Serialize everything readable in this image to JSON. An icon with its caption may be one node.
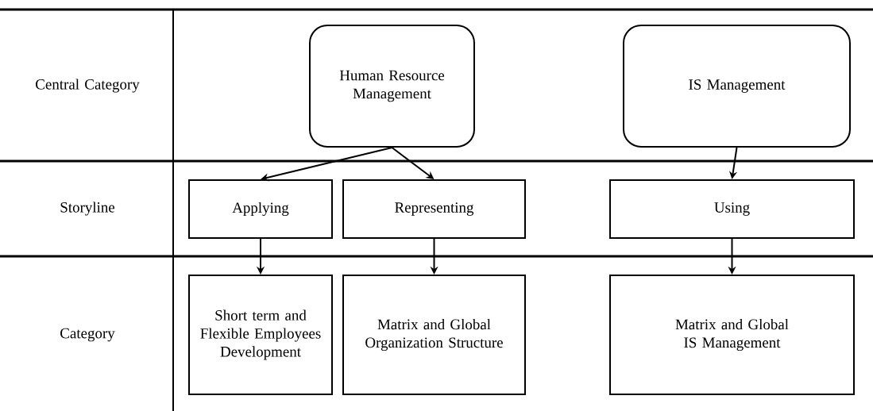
{
  "diagram": {
    "nodes": [
      {
        "text": [
          "Human Resource Management"
        ]
      },
      {
        "text": [
          "IS Management"
        ]
      },
      {
        "text": [
          "Applying"
        ]
      },
      {
        "text": [
          "Representing"
        ]
      },
      {
        "text": [
          "Using"
        ]
      },
      {
        "text": [
          "Short term and Flexible Employees Development"
        ]
      },
      {
        "text": [
          "Matrix and Global Organization Structure"
        ]
      },
      {
        "text": [
          "Matrix and Global IS Management"
        ]
      }
    ],
    "edges": [
      {
        "from": 0,
        "to": 2,
        "arrow": "to"
      },
      {
        "from": 0,
        "to": 3,
        "arrow": "to"
      },
      {
        "from": 1,
        "to": 4,
        "arrow": "to"
      },
      {
        "from": 2,
        "to": 5,
        "arrow": "to"
      },
      {
        "from": 3,
        "to": 6,
        "arrow": "to"
      },
      {
        "from": 4,
        "to": 7,
        "arrow": "to"
      }
    ],
    "labels": [
      "Central Category",
      "Storyline",
      "Category"
    ]
  }
}
